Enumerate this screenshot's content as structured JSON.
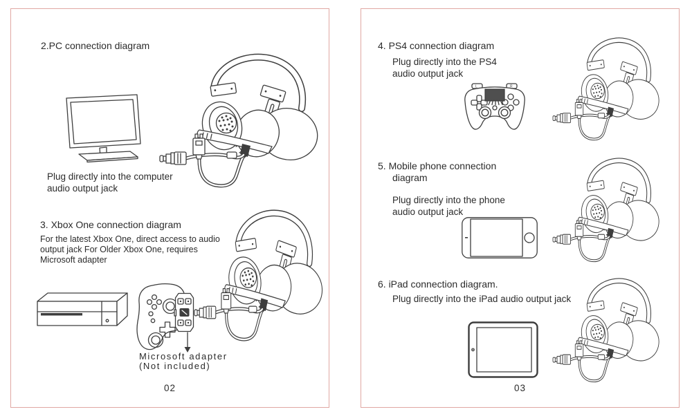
{
  "left_page": {
    "page_number": "02",
    "pc_section": {
      "heading": "2.PC connection diagram",
      "caption_line1": "Plug directly into the computer",
      "caption_line2": "audio output jack"
    },
    "xbox_section": {
      "heading": "3. Xbox One connection diagram",
      "body_line1": "For the latest Xbox One, direct access to audio",
      "body_line2": "output jack For Older Xbox One, requires",
      "body_line3": "Microsoft adapter",
      "note_line1": "Microsoft adapter",
      "note_line2": "(Not included)"
    }
  },
  "right_page": {
    "page_number": "03",
    "ps4_section": {
      "heading": "4. PS4 connection diagram",
      "caption_line1": "Plug directly into the PS4",
      "caption_line2": "audio output jack"
    },
    "phone_section": {
      "heading_line1": "5. Mobile phone connection",
      "heading_line2": "diagram",
      "caption_line1": "Plug directly into the phone",
      "caption_line2": "audio output jack"
    },
    "ipad_section": {
      "heading": "6. iPad connection diagram.",
      "caption": "Plug directly into the iPad audio output jack"
    }
  },
  "illustrations": {
    "monitor": "computer-monitor",
    "headset": "gaming-headset-with-usb-and-aux-plugs",
    "xbox_console": "xbox-one-console",
    "xbox_controller": "xbox-one-controller",
    "adapter": "microsoft-headset-adapter",
    "down_arrow": "down-arrow",
    "ps4_controller": "ps4-controller",
    "phone": "mobile-phone-landscape",
    "ipad": "ipad-tablet"
  },
  "colors": {
    "page_border": "#e0a7a2",
    "line_art": "#3d3d3d",
    "text": "#2b2b2b",
    "touchpad_fill": "#4f4f4f",
    "background": "#ffffff"
  }
}
